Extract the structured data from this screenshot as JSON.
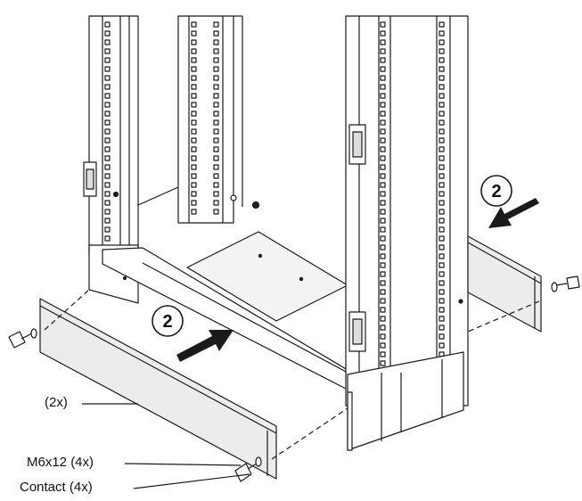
{
  "callouts": {
    "step_right": "2",
    "step_left": "2"
  },
  "labels": {
    "quantity_panels": "(2x)",
    "screws": "M6x12 (4x)",
    "contacts": "Contact (4x)"
  },
  "colors": {
    "line": "#1a1a1a",
    "panel_fill": "#ececec",
    "floor_fill": "#f3f3f3",
    "arrow_fill": "#1a1a1a",
    "hole_fill": "#222222"
  },
  "icons": {
    "arrow": "push-arrow-icon",
    "screw": "screw-icon",
    "washer": "washer-icon"
  }
}
